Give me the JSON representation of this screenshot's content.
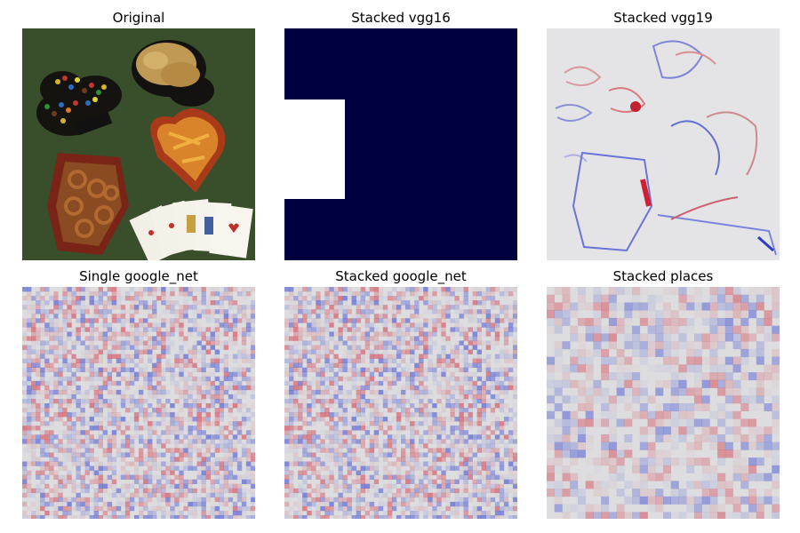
{
  "panels": [
    {
      "title": "Original"
    },
    {
      "title": "Stacked vgg16"
    },
    {
      "title": "Stacked vgg19"
    },
    {
      "title": "Single google_net"
    },
    {
      "title": "Stacked google_net"
    },
    {
      "title": "Stacked places"
    }
  ],
  "colors": {
    "background": "#ffffff",
    "felt_green": "#3a4f2a",
    "bowl_black": "#1c1a16",
    "bowl_red": "#8a2a1c",
    "vgg16_navy": "#000040",
    "map_neutral": "#dcdcdc",
    "map_red": "#cc1020",
    "map_blue": "#1020c0"
  }
}
